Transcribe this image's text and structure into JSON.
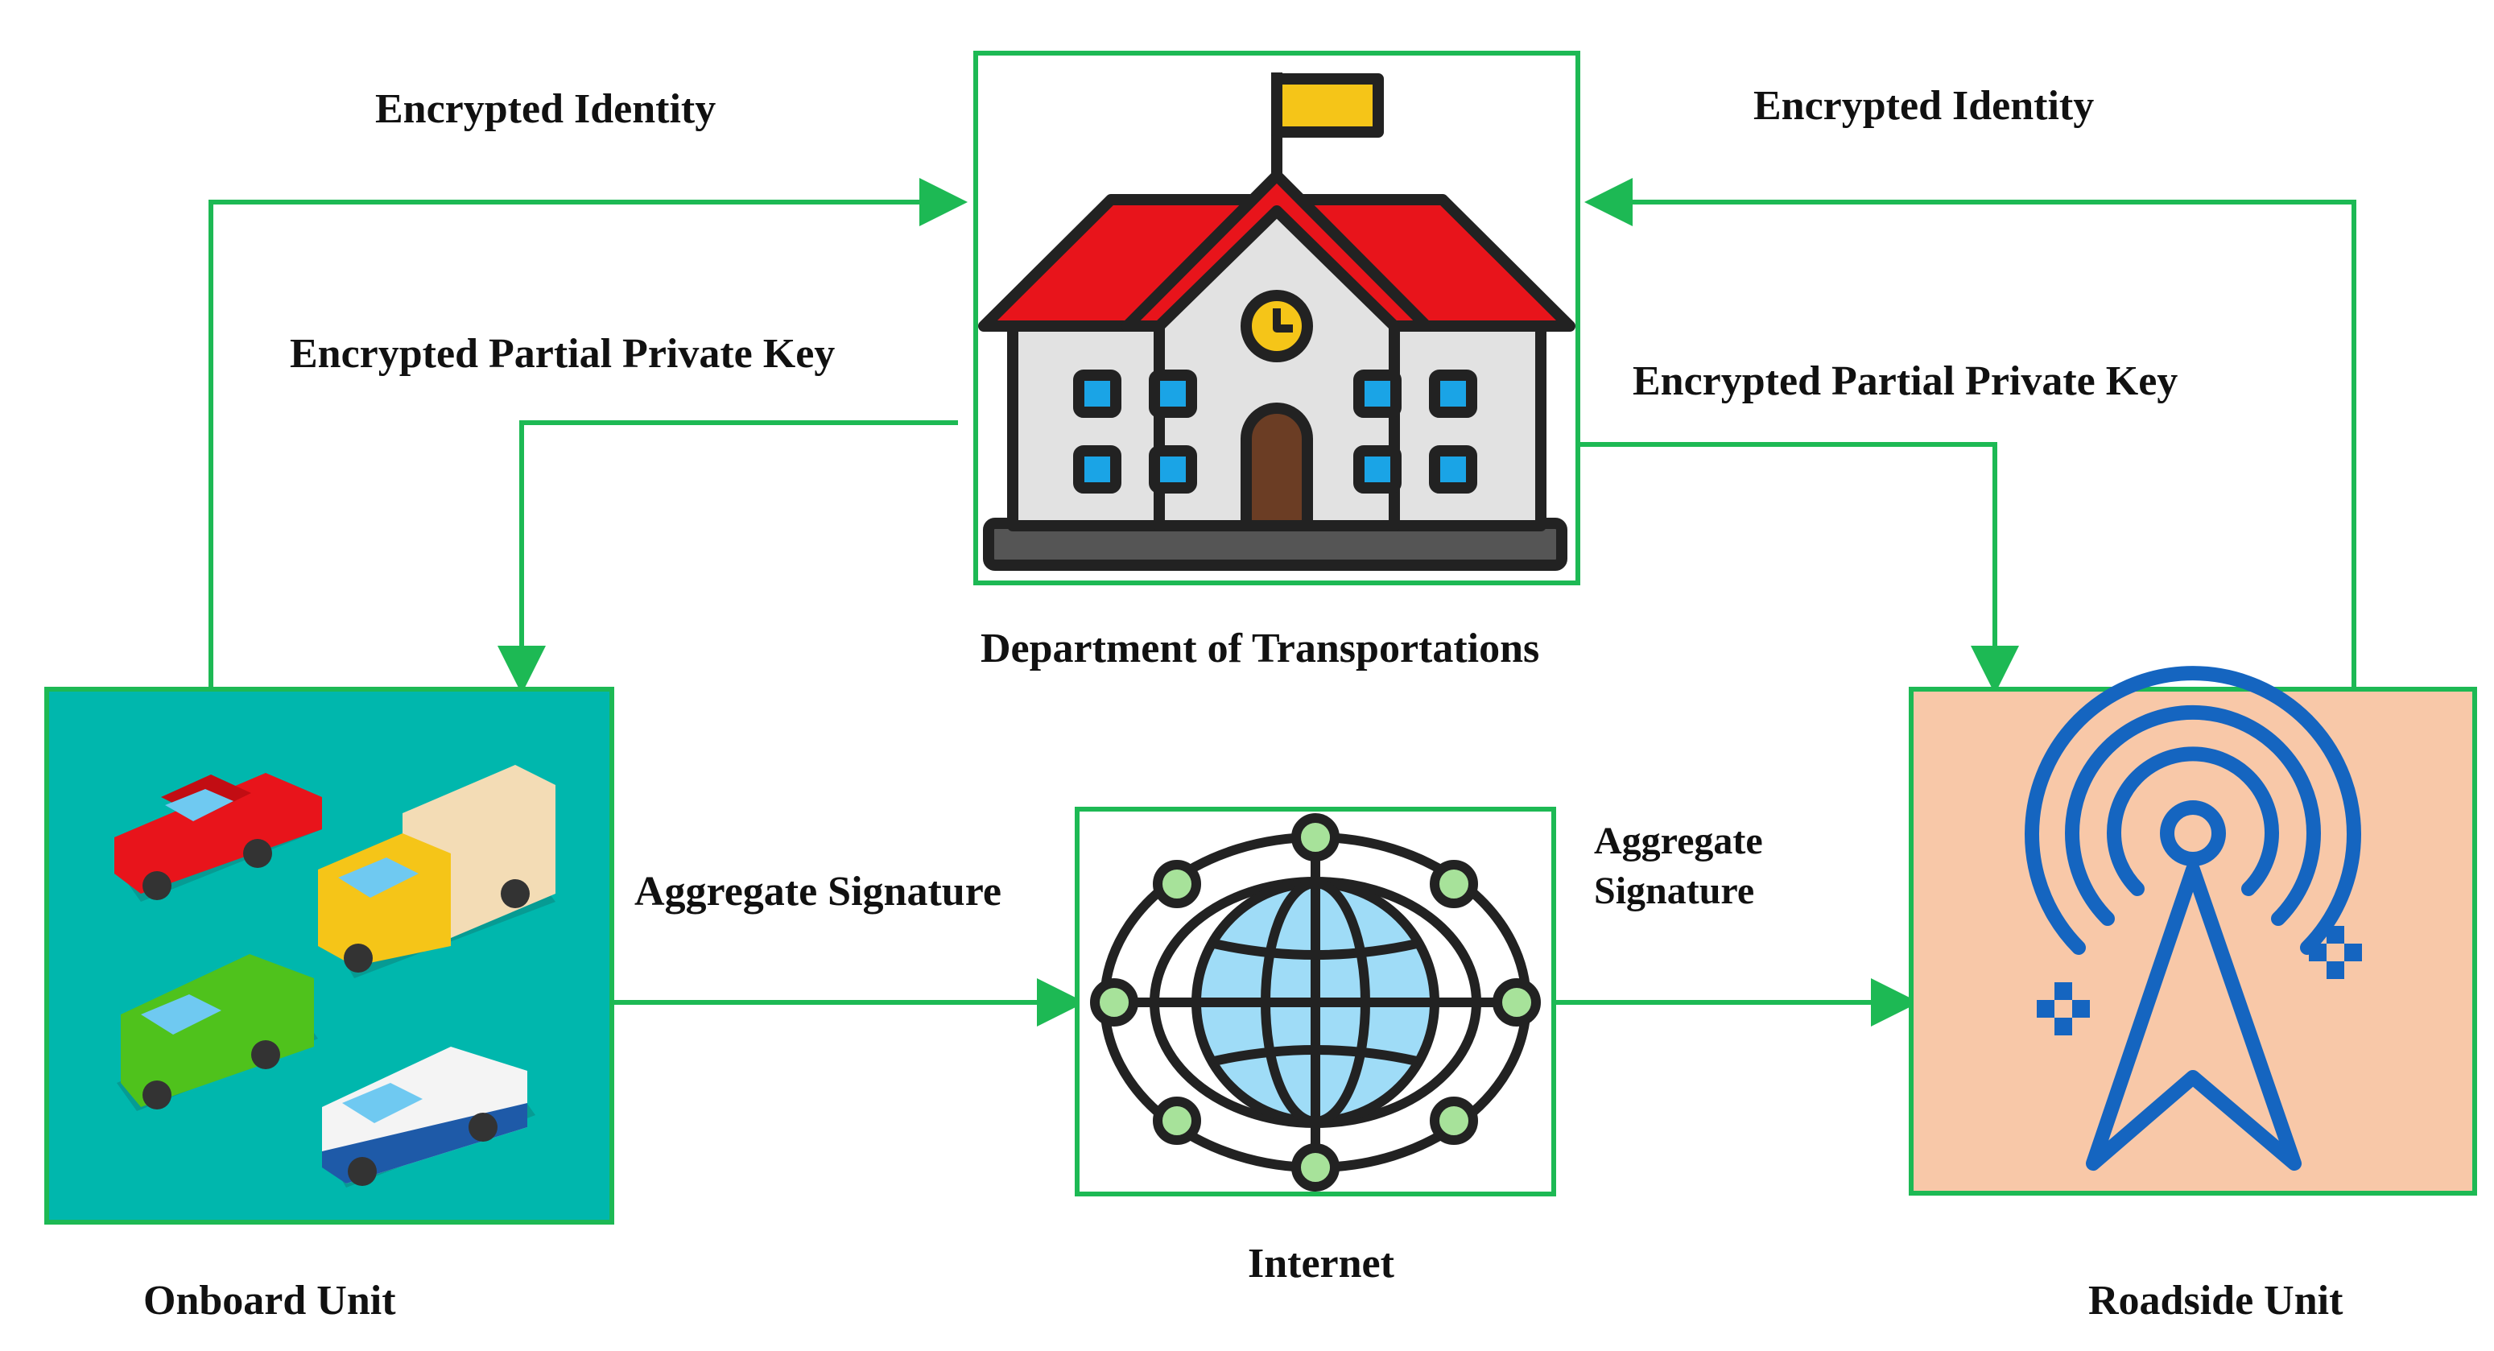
{
  "colors": {
    "line": "#1db954",
    "onboard_bg": "#00b7ad",
    "roadside_bg": "#f8c8a8",
    "roof": "#e8141b",
    "flag": "#f5c518",
    "wall": "#e2e2e2",
    "window": "#1aa4e6",
    "door": "#6b3d24",
    "tower": "#1565c0",
    "globe": "#9fdcf7",
    "node": "#a7e29a"
  },
  "nodes": {
    "dot": {
      "label": "Department of Transportations",
      "icon": "school-building-icon"
    },
    "onboard": {
      "label": "Onboard Unit",
      "icon": "vehicles-icon"
    },
    "internet": {
      "label": "Internet",
      "icon": "globe-network-icon"
    },
    "roadside": {
      "label": "Roadside Unit",
      "icon": "antenna-tower-icon"
    }
  },
  "edges": {
    "obu_identity": "Encrypted Identity",
    "rsu_identity": "Encrypted Identity",
    "dot_to_obu_key": "Encrypted Partial Private Key",
    "dot_to_rsu_key": "Encrypted Partial Private Key",
    "obu_to_internet": "Aggregate Signature",
    "internet_to_rsu_line1": "Aggregate",
    "internet_to_rsu_line2": "Signature"
  }
}
